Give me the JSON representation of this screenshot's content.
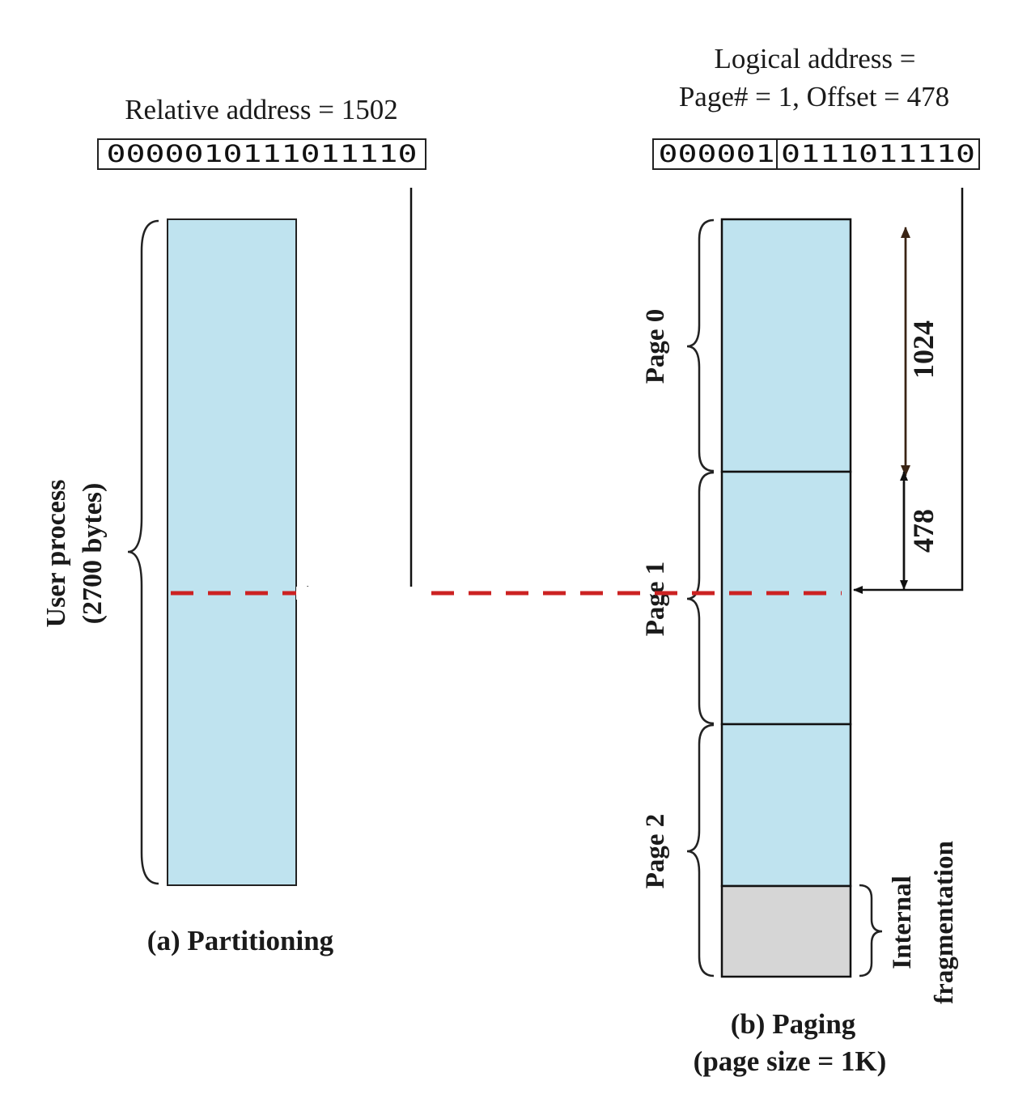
{
  "colors": {
    "block_fill": "#bfe3ef",
    "fragment_fill": "#d6d6d6",
    "outline": "#222222",
    "mapping_line": "#cc2222",
    "dimension_arrow": "#3a2414"
  },
  "partitioning": {
    "address_label": "Relative address = 1502",
    "address_bits": "0000010111011110",
    "process_label_line1": "User process",
    "process_label_line2": "(2700 bytes)",
    "caption": "(a) Partitioning"
  },
  "paging": {
    "address_label_line1": "Logical address =",
    "address_label_line2": "Page# = 1, Offset = 478",
    "page_bits": "000001",
    "offset_bits": "0111011110",
    "pages": [
      {
        "label": "Page 0"
      },
      {
        "label": "Page 1"
      },
      {
        "label": "Page 2"
      }
    ],
    "page_size_value": "1024",
    "offset_value": "478",
    "fragment_label_line1": "Internal",
    "fragment_label_line2": "fragmentation",
    "caption_line1": "(b) Paging",
    "caption_line2": "(page size = 1K)"
  }
}
